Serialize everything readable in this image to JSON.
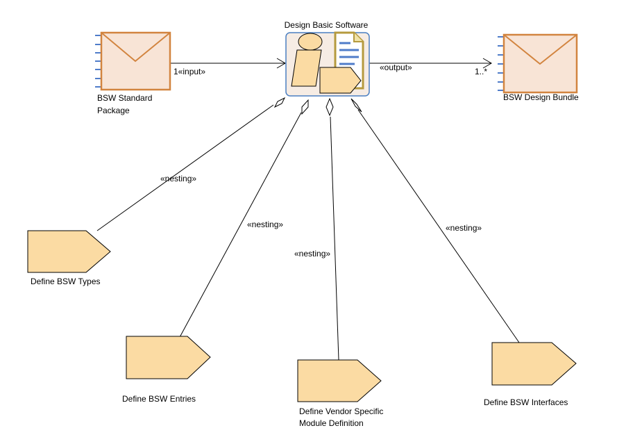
{
  "diagram": {
    "main_activity": "Design Basic Software",
    "input_product": [
      "BSW Standard",
      "Package"
    ],
    "output_product": "BSW Design Bundle",
    "input_label": "1«input»",
    "output_label": "«output»",
    "output_multiplicity": "1..*",
    "nesting_label": "«nesting»",
    "tasks": {
      "types": "Define BSW Types",
      "entries": "Define BSW Entries",
      "vendor": [
        "Define Vendor Specific",
        "Module Definition"
      ],
      "interfaces": "Define BSW Interfaces"
    }
  }
}
